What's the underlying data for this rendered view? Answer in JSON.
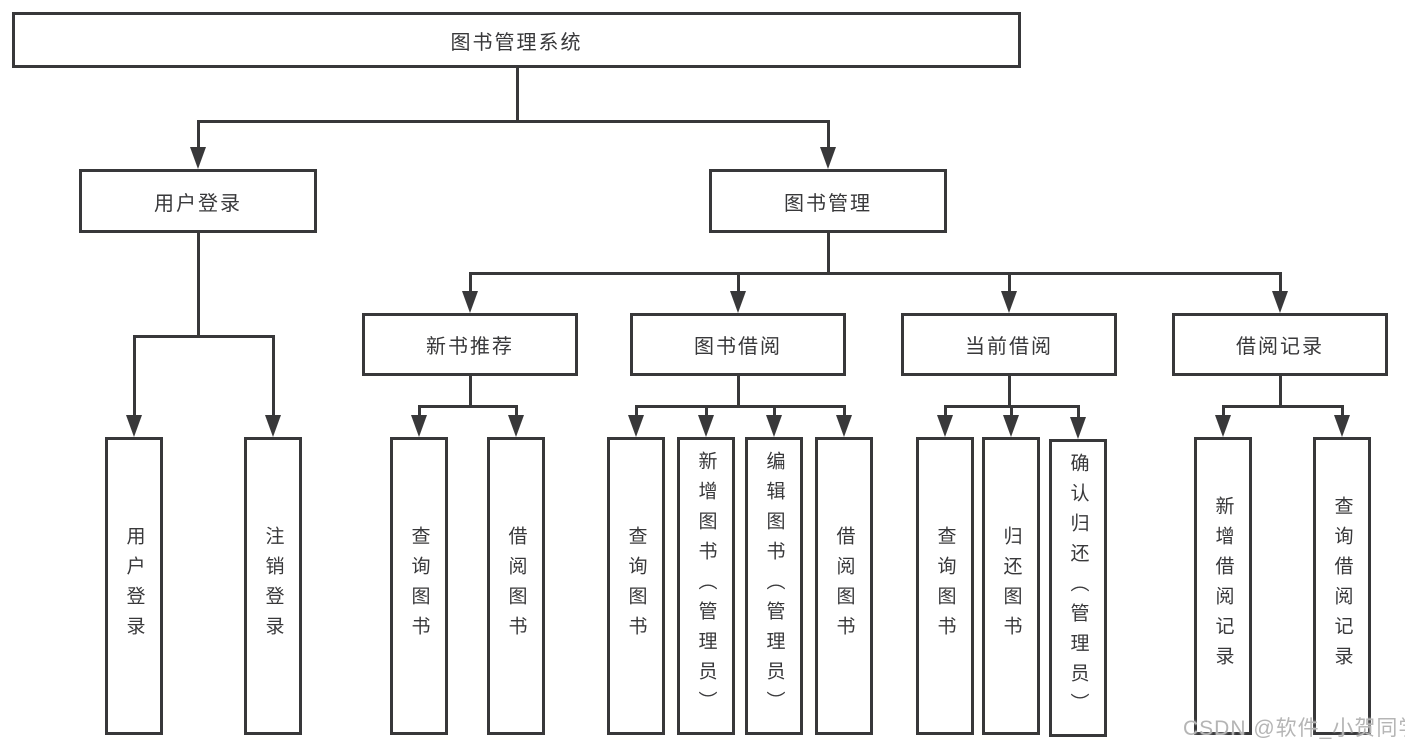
{
  "tree": {
    "root": {
      "label": "图书管理系统"
    },
    "level2": [
      {
        "label": "用户登录"
      },
      {
        "label": "图书管理"
      }
    ],
    "level3": [
      {
        "label": "新书推荐"
      },
      {
        "label": "图书借阅"
      },
      {
        "label": "当前借阅"
      },
      {
        "label": "借阅记录"
      }
    ],
    "leaves": {
      "user_login": [
        {
          "label": "用户登录"
        },
        {
          "label": "注销登录"
        }
      ],
      "new_book_recommend": [
        {
          "label": "查询图书"
        },
        {
          "label": "借阅图书"
        }
      ],
      "book_borrowing": [
        {
          "label": "查询图书"
        },
        {
          "label": "新增图书（管理员）"
        },
        {
          "label": "编辑图书（管理员）"
        },
        {
          "label": "借阅图书"
        }
      ],
      "current_borrowing": [
        {
          "label": "查询图书"
        },
        {
          "label": "归还图书"
        },
        {
          "label": "确认归还（管理员）"
        }
      ],
      "borrowing_records": [
        {
          "label": "新增借阅记录"
        },
        {
          "label": "查询借阅记录"
        }
      ]
    }
  },
  "watermark": {
    "text": "CSDN @软件_小贺同学"
  },
  "colors": {
    "line": "#38383a",
    "text": "#38383a",
    "watermark": "#b5b5b5",
    "background": "#ffffff"
  }
}
